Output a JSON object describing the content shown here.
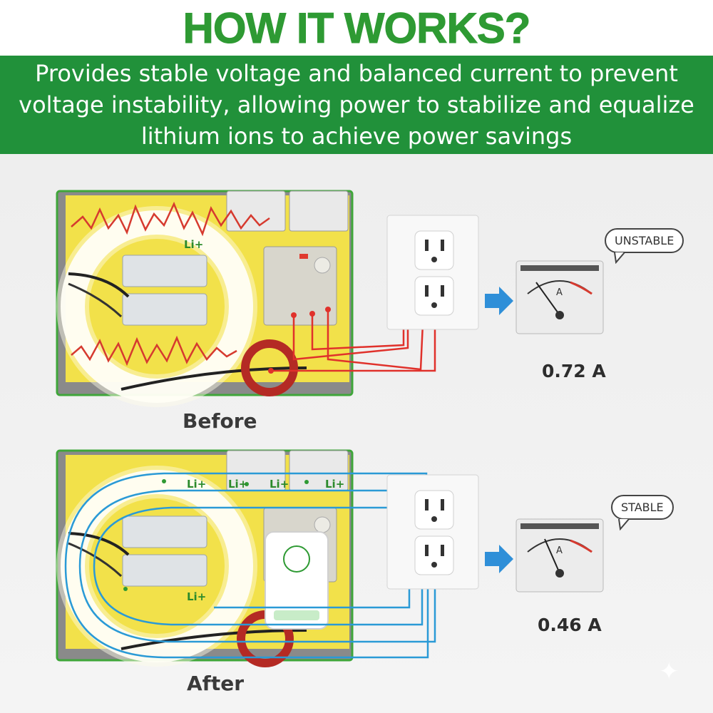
{
  "header": {
    "title": "HOW IT WORKS?",
    "description": "Provides stable voltage and balanced current to prevent voltage instability, allowing power to stabilize and equalize lithium ions to achieve power savings"
  },
  "before": {
    "caption": "Before",
    "status": "UNSTABLE",
    "reading": "0.72 A",
    "ion_labels": [
      "Li+"
    ],
    "wire_color": "#e0312b"
  },
  "after": {
    "caption": "After",
    "status": "STABLE",
    "reading": "0.46 A",
    "ion_labels": [
      "Li+",
      "Li+",
      "Li+",
      "Li+",
      "Li+"
    ],
    "wire_color": "#2a9ad6"
  },
  "colors": {
    "brand_green": "#21913a",
    "title_green": "#2e9a33",
    "panel_border": "#3fa63a",
    "arrow_blue": "#2f8fd8",
    "wave_red": "#d63a2f"
  },
  "icons": {
    "arrow": "right-arrow-icon",
    "meter": "ammeter-icon",
    "outlet": "wall-outlet-icon",
    "sparkle": "sparkle-icon"
  }
}
